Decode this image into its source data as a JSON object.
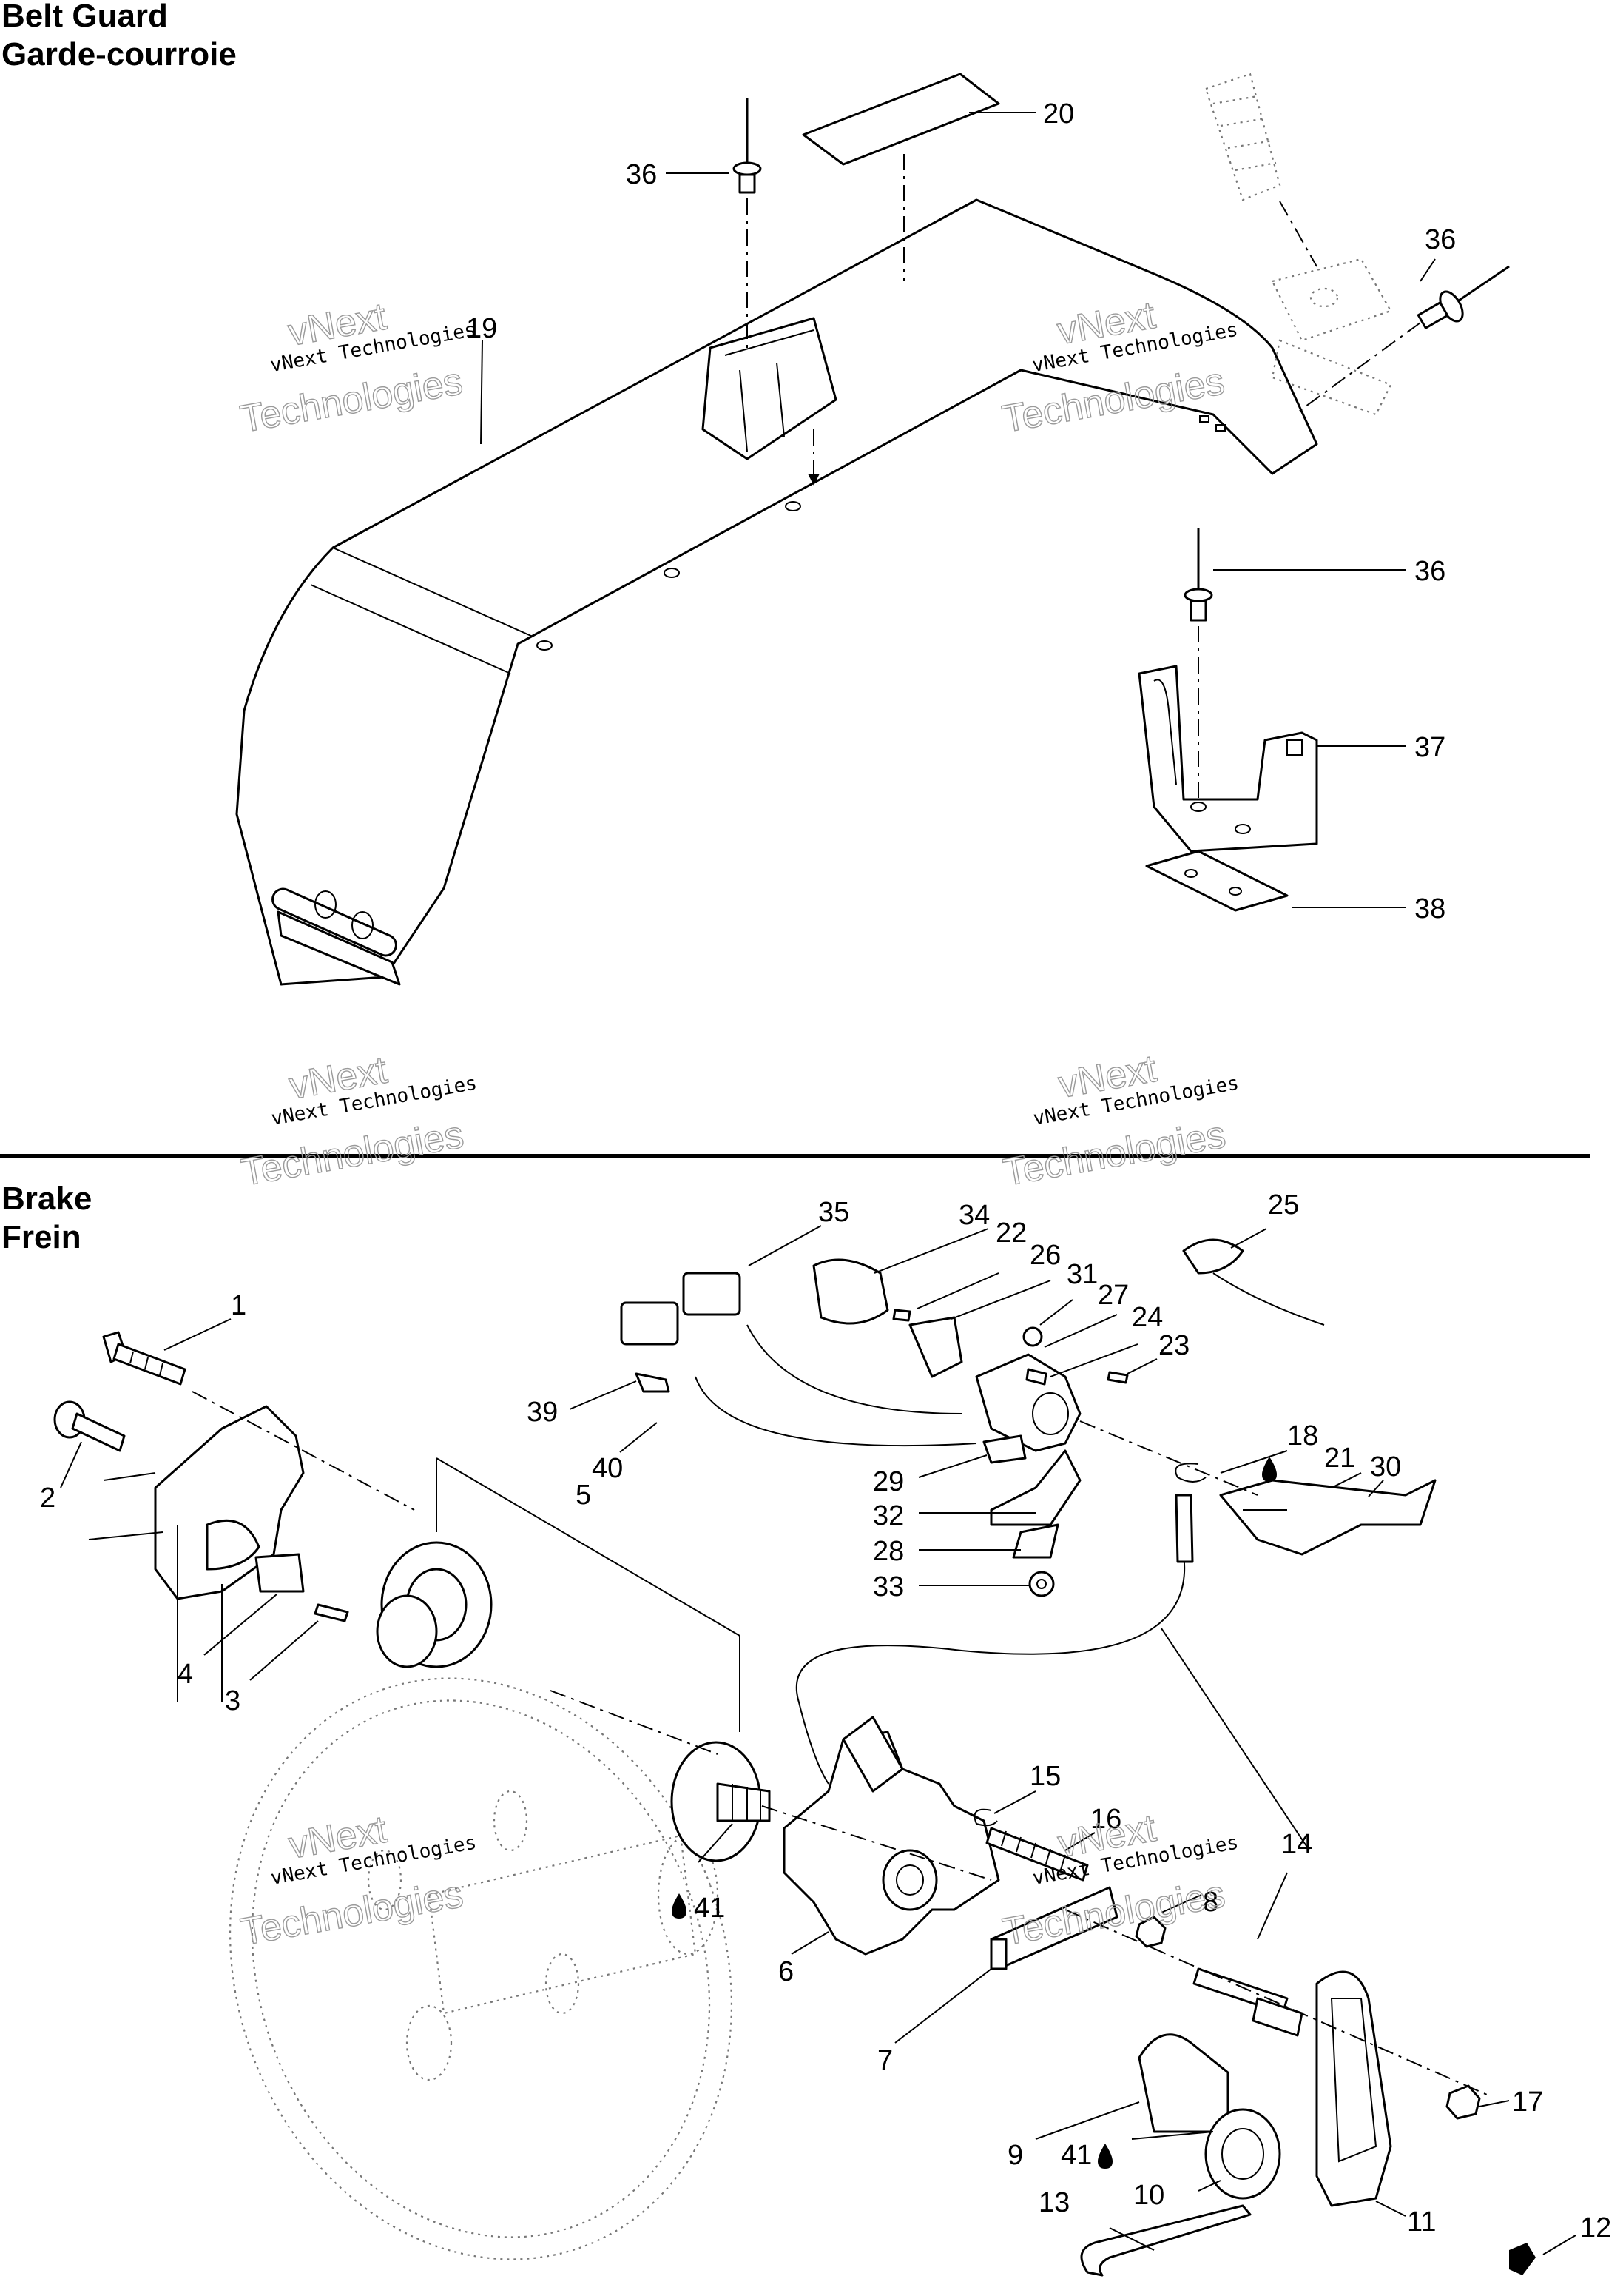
{
  "sections": {
    "belt_guard": {
      "title_en": "Belt Guard",
      "title_fr": "Garde-courroie"
    },
    "brake": {
      "title_en": "Brake",
      "title_fr": "Frein"
    }
  },
  "watermark": {
    "line1": "vNext Technologies",
    "line2": "vNext",
    "line3": "Technologies"
  },
  "callouts": {
    "belt_guard": [
      "20",
      "36",
      "36",
      "19",
      "36",
      "37",
      "38"
    ],
    "brake": [
      "35",
      "34",
      "22",
      "26",
      "31",
      "27",
      "24",
      "23",
      "25",
      "1",
      "2",
      "39",
      "40",
      "5",
      "29",
      "32",
      "28",
      "33",
      "18",
      "21",
      "30",
      "4",
      "3",
      "15",
      "16",
      "41",
      "14",
      "6",
      "8",
      "7",
      "9",
      "41",
      "10",
      "17",
      "11",
      "12",
      "13"
    ]
  },
  "colors": {
    "line": "#000000",
    "background": "#ffffff",
    "watermark": "#9a9a9a"
  },
  "icons": {
    "lubricant": "oil-drop-icon"
  }
}
